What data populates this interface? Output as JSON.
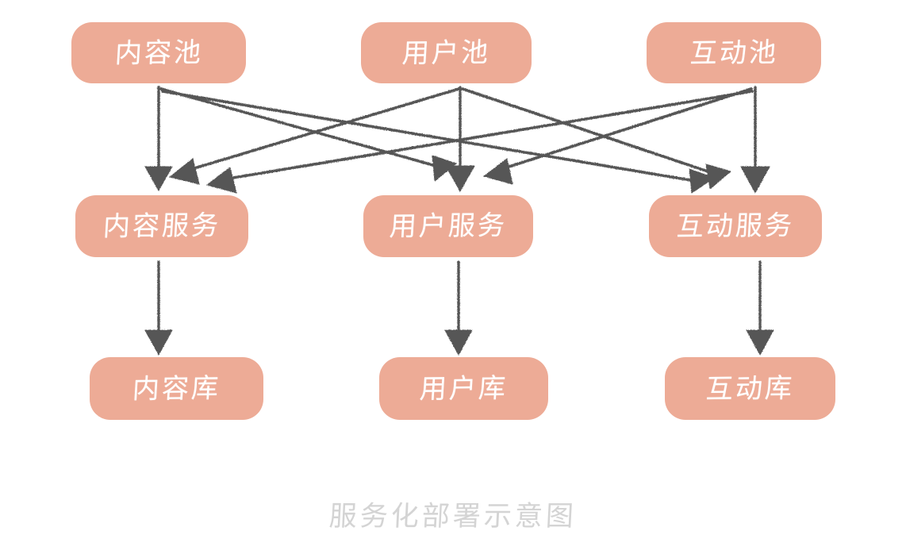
{
  "diagram": {
    "caption": "服务化部署示意图",
    "colors": {
      "node_fill": "#edab96",
      "node_text": "#ffffff",
      "edge": "#565656",
      "caption_text": "#d4d4d4",
      "background": "#ffffff"
    },
    "rows": [
      {
        "row_name": "pools",
        "nodes": [
          {
            "id": "content-pool",
            "label": "内容池"
          },
          {
            "id": "user-pool",
            "label": "用户池"
          },
          {
            "id": "interact-pool",
            "label": "互动池"
          }
        ]
      },
      {
        "row_name": "services",
        "nodes": [
          {
            "id": "content-service",
            "label": "内容服务"
          },
          {
            "id": "user-service",
            "label": "用户服务"
          },
          {
            "id": "interact-service",
            "label": "互动服务"
          }
        ]
      },
      {
        "row_name": "databases",
        "nodes": [
          {
            "id": "content-db",
            "label": "内容库"
          },
          {
            "id": "user-db",
            "label": "用户库"
          },
          {
            "id": "interact-db",
            "label": "互动库"
          }
        ]
      }
    ],
    "edges": [
      {
        "from": "content-pool",
        "to": "content-service",
        "style": "arrow"
      },
      {
        "from": "content-pool",
        "to": "user-service",
        "style": "arrow"
      },
      {
        "from": "content-pool",
        "to": "interact-service",
        "style": "arrow"
      },
      {
        "from": "user-pool",
        "to": "content-service",
        "style": "arrow"
      },
      {
        "from": "user-pool",
        "to": "user-service",
        "style": "arrow"
      },
      {
        "from": "user-pool",
        "to": "interact-service",
        "style": "arrow"
      },
      {
        "from": "interact-pool",
        "to": "content-service",
        "style": "arrow"
      },
      {
        "from": "interact-pool",
        "to": "user-service",
        "style": "arrow"
      },
      {
        "from": "interact-pool",
        "to": "interact-service",
        "style": "arrow"
      },
      {
        "from": "content-service",
        "to": "content-db",
        "style": "arrow"
      },
      {
        "from": "user-service",
        "to": "user-db",
        "style": "arrow"
      },
      {
        "from": "interact-service",
        "to": "interact-db",
        "style": "arrow"
      }
    ]
  }
}
